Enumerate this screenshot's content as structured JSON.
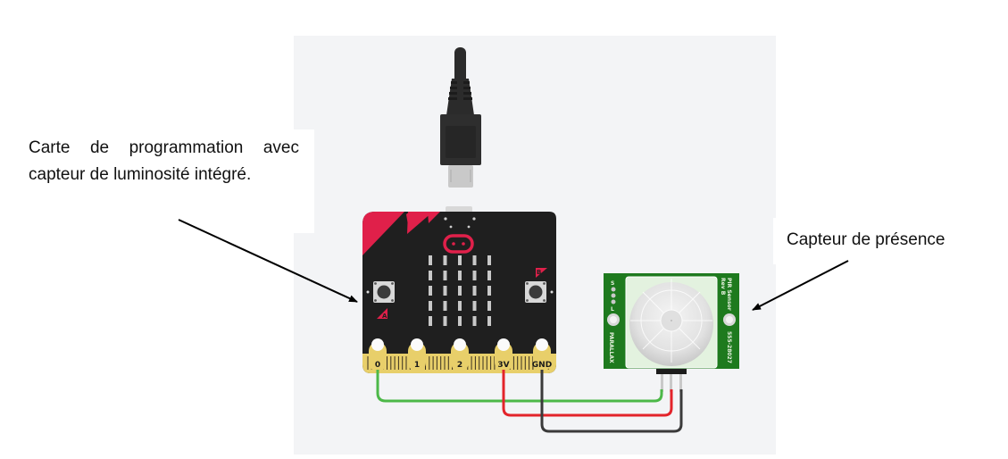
{
  "labels": {
    "board": "Carte de programmation avec capteur de luminosité intégré.",
    "sensor": "Capteur de présence"
  },
  "microbit": {
    "buttons": {
      "a": "A",
      "b": "B"
    },
    "pins": [
      "0",
      "1",
      "2",
      "3V",
      "GND"
    ],
    "led_rows": 5,
    "led_cols": 5
  },
  "pir_sensor": {
    "title": "PIR Sensor",
    "revision": "Rev B",
    "part_number": "555-28027",
    "brand": "PARALLAX",
    "jumper_top": "S",
    "jumper_bottom": "L"
  },
  "wires": [
    {
      "name": "signal-wire",
      "from": "0",
      "to": "OUT",
      "color": "#4cb848"
    },
    {
      "name": "power-wire",
      "from": "3V",
      "to": "VCC",
      "color": "#e3242b"
    },
    {
      "name": "ground-wire",
      "from": "GND",
      "to": "GND",
      "color": "#3a3a3a"
    }
  ],
  "colors": {
    "board_black": "#1f1f1f",
    "board_red": "#e0204a",
    "pcb_green": "#1e7a1e",
    "gold": "#e8cf6a"
  }
}
